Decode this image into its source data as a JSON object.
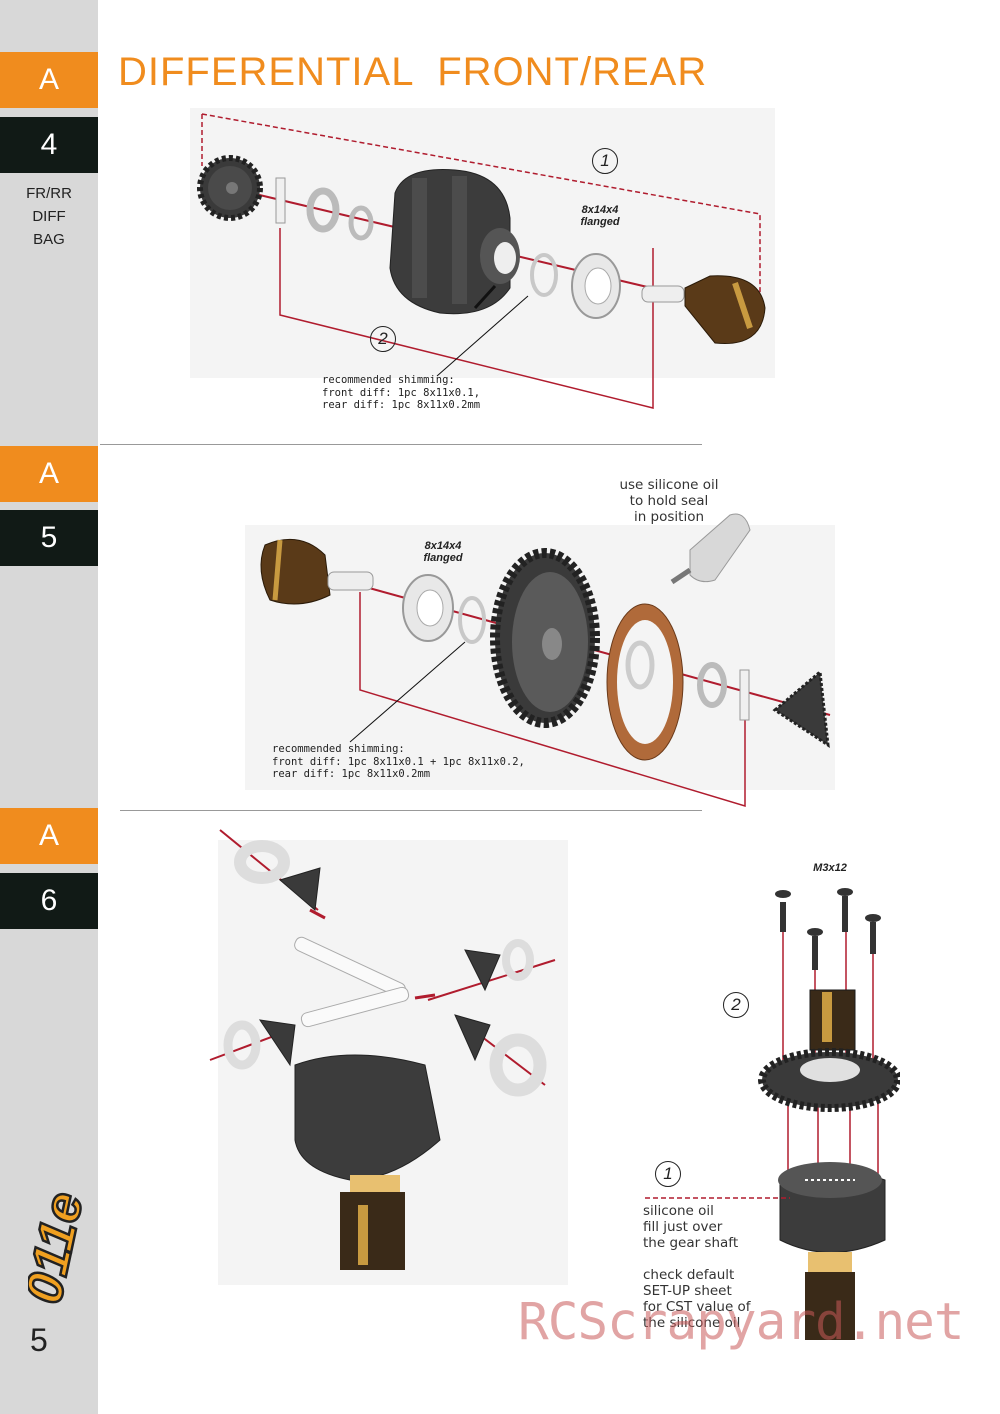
{
  "sidebar": {
    "sections": [
      {
        "letter": "A",
        "number": "4"
      },
      {
        "letter": "A",
        "number": "5"
      },
      {
        "letter": "A",
        "number": "6"
      }
    ],
    "bag_lines": [
      "FR/RR",
      "DIFF",
      "BAG"
    ],
    "logo": "011e",
    "page_number": "5"
  },
  "title": "DIFFERENTIAL  FRONT/REAR",
  "step4": {
    "bearing_label": [
      "8x14x4",
      "flanged"
    ],
    "callout_1": "1",
    "callout_2": "2",
    "shimming_note": [
      "recommended shimming:",
      "front diff: 1pc 8x11x0.1,",
      "rear diff:  1pc 8x11x0.2mm"
    ]
  },
  "step5": {
    "bearing_label": [
      "8x14x4",
      "flanged"
    ],
    "oil_note": [
      "use silicone oil",
      "to hold seal",
      "in position"
    ],
    "shimming_note": [
      "recommended shimming:",
      "front diff: 1pc 8x11x0.1 + 1pc 8x11x0.2,",
      "rear diff:  1pc 8x11x0.2mm"
    ]
  },
  "step6": {
    "screw_label": "M3x12",
    "callout_2": "2",
    "callout_1": "1",
    "fill_note": [
      "silicone oil",
      "fill just over",
      "the gear shaft"
    ],
    "check_note": [
      "check default",
      "SET-UP sheet",
      "for CST value of",
      "the silicone oil"
    ]
  },
  "watermark": "RCScrapyard.net",
  "colors": {
    "orange": "#f08c1e",
    "dark": "#111a16",
    "sidebar": "#d8d8d8",
    "red": "#b01c2e"
  }
}
